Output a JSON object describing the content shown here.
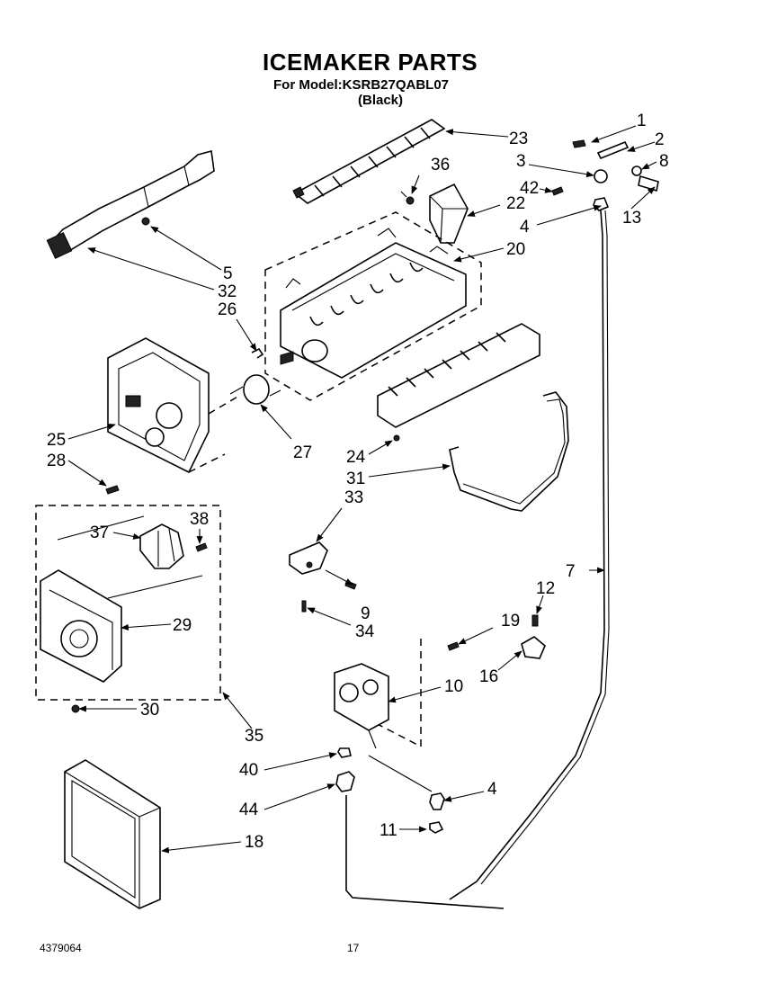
{
  "title": "ICEMAKER PARTS",
  "model_line": "For Model:KSRB27QABL07",
  "color_line": "(Black)",
  "callouts": {
    "p1": "1",
    "p2": "2",
    "p3": "3",
    "p8": "8",
    "p42": "42",
    "p13": "13",
    "p23": "23",
    "p36": "36",
    "p22": "22",
    "p4a": "4",
    "p20": "20",
    "p5": "5",
    "p32": "32",
    "p26": "26",
    "p25": "25",
    "p28": "28",
    "p27": "27",
    "p24": "24",
    "p31": "31",
    "p33": "33",
    "p37": "37",
    "p38": "38",
    "p29": "29",
    "p9": "9",
    "p34": "34",
    "p7": "7",
    "p12": "12",
    "p19": "19",
    "p16": "16",
    "p10": "10",
    "p30": "30",
    "p35": "35",
    "p40": "40",
    "p44": "44",
    "p4b": "4",
    "p11": "11",
    "p18": "18"
  },
  "footer": {
    "doc_number": "4379064",
    "page_number": "17"
  }
}
